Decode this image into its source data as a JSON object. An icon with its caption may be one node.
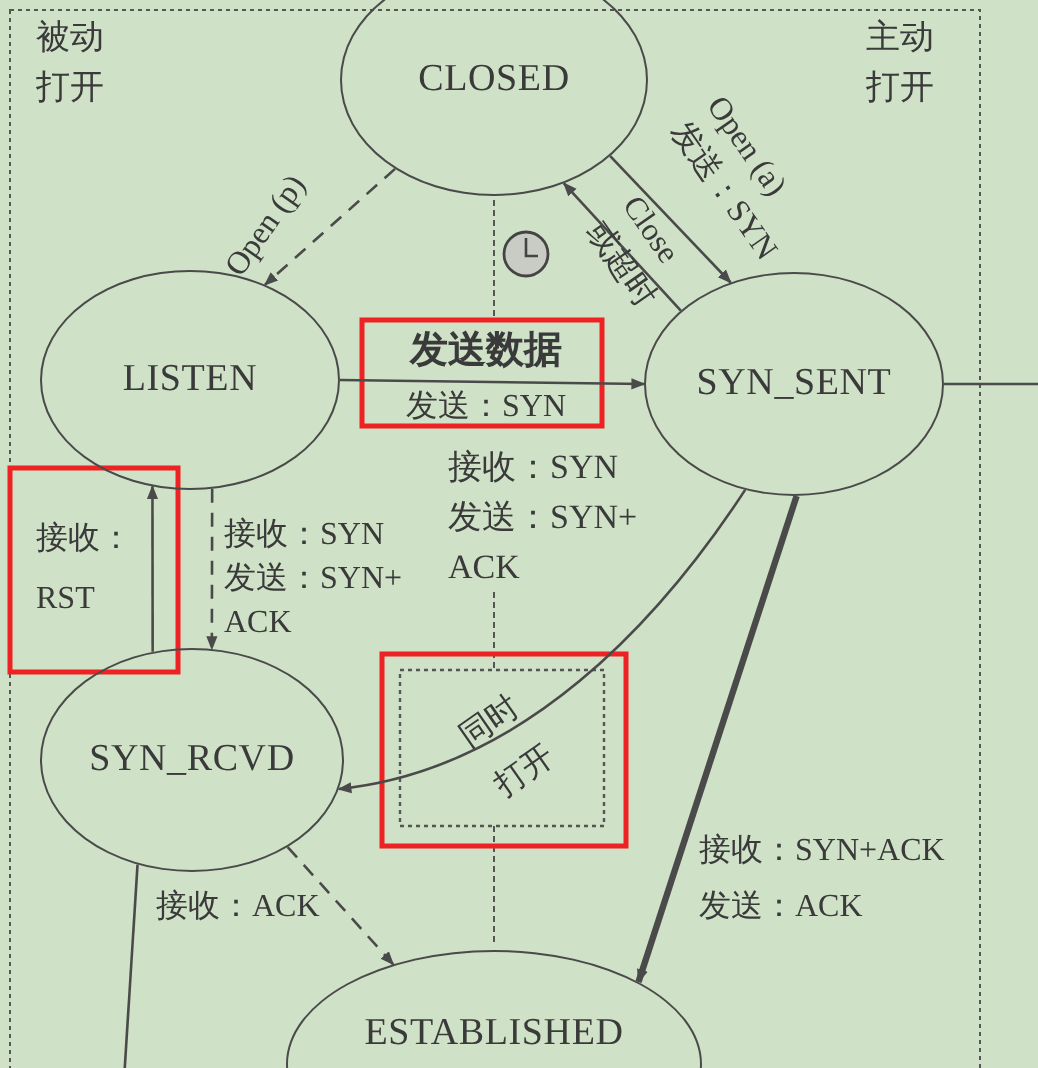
{
  "diagram": {
    "nodes": [
      {
        "text": [
          "CLOSED"
        ]
      },
      {
        "text": [
          "LISTEN"
        ]
      },
      {
        "text": [
          "SYN_SENT"
        ]
      },
      {
        "text": [
          "SYN_RCVD"
        ]
      },
      {
        "text": [
          "ESTABLISHED"
        ]
      }
    ],
    "edges": [
      {
        "from": 0,
        "to": 1,
        "arrow": "to",
        "style": "dashed",
        "label": "Open (p)"
      },
      {
        "from": 0,
        "to": 2,
        "arrow": "to",
        "label": "Open (a) 发送：SYN"
      },
      {
        "from": 2,
        "to": 0,
        "arrow": "to",
        "label": "Close 或超时"
      },
      {
        "from": 1,
        "to": 2,
        "arrow": "to",
        "label": "发送数据发送：SYN"
      },
      {
        "from": 1,
        "to": 3,
        "arrow": "to",
        "style": "dashed",
        "label": "接收：SYN 发送：SYN+ ACK"
      },
      {
        "from": 3,
        "to": 1,
        "arrow": "to",
        "label": "接收：RST"
      },
      {
        "from": 2,
        "to": 3,
        "arrow": "to",
        "label": "同时打开"
      },
      {
        "from": 3,
        "to": 4,
        "arrow": "to",
        "style": "dashed",
        "label": "接收：ACK"
      },
      {
        "from": 2,
        "to": 4,
        "arrow": "to",
        "style": "thick",
        "label": "接收：SYN+ACK 发送：ACK"
      },
      {
        "from": 2,
        "to": null,
        "arrow": "none"
      },
      {
        "from": 3,
        "to": null,
        "arrow": "none"
      }
    ],
    "labels": [
      "被动打开",
      "主动打开",
      "接收：SYN 发送：SYN+ ACK"
    ]
  }
}
